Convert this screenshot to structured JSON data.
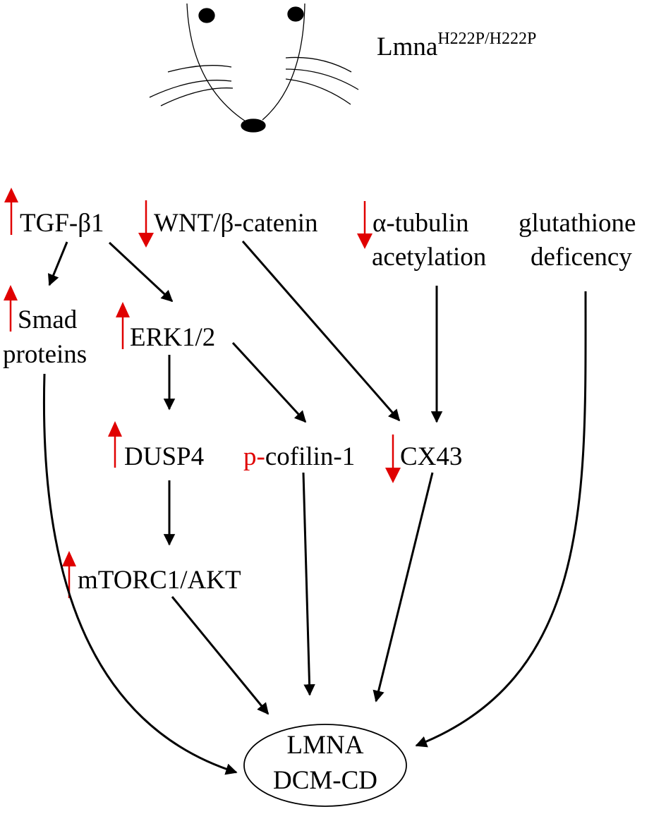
{
  "figure": {
    "title": {
      "main": "Lmna",
      "superscript": "H222P/H222P"
    },
    "colors": {
      "up": "#e00000",
      "down": "#e00000",
      "arrow": "#000000",
      "line": "#000000"
    },
    "nodes": {
      "tgf": {
        "text": "TGF-β1",
        "direction": "up"
      },
      "wnt": {
        "text": "WNT/β-catenin",
        "direction": "down"
      },
      "tubulin": {
        "line1": "α-tubulin",
        "line2": "acetylation",
        "direction": "down"
      },
      "glutathione": {
        "line1": "glutathione",
        "line2": "deficency"
      },
      "smad": {
        "line1": "Smad",
        "line2": "proteins",
        "direction": "up"
      },
      "erk": {
        "text": "ERK1/2",
        "direction": "up"
      },
      "dusp4": {
        "text": "DUSP4",
        "direction": "up"
      },
      "cofilin": {
        "prefix": "p-",
        "text": "cofilin-1"
      },
      "cx43": {
        "text": "CX43",
        "direction": "down"
      },
      "mtorc": {
        "text": "mTORC1/AKT",
        "direction": "up"
      },
      "outcome": {
        "line1": "LMNA",
        "line2": "DCM-CD"
      }
    }
  }
}
